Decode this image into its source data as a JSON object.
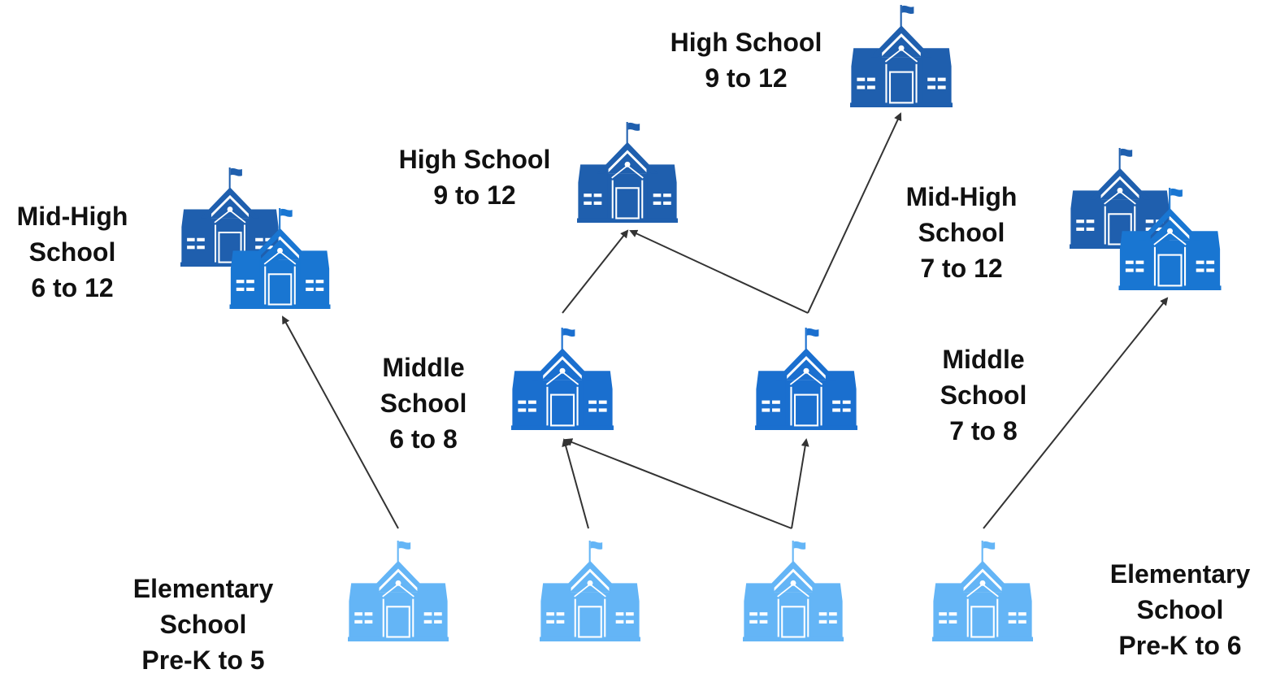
{
  "colors": {
    "high_school": "#1f5fae",
    "mid_high_back": "#1f5fae",
    "mid_high_front": "#1976d2",
    "middle_school": "#1a6fcf",
    "elementary": "#64b5f6",
    "arrow": "#333333",
    "text": "#111111"
  },
  "labels": {
    "high_school_top": {
      "line1": "High School",
      "line2": "9 to 12"
    },
    "high_school_mid": {
      "line1": "High School",
      "line2": "9 to 12"
    },
    "mid_high_left": {
      "line1": "Mid-High",
      "line2": "School",
      "line3": "6 to 12"
    },
    "mid_high_right": {
      "line1": "Mid-High",
      "line2": "School",
      "line3": "7 to 12"
    },
    "middle_left": {
      "line1": "Middle",
      "line2": "School",
      "line3": "6 to 8"
    },
    "middle_right": {
      "line1": "Middle",
      "line2": "School",
      "line3": "7 to 8"
    },
    "elementary_left": {
      "line1": "Elementary",
      "line2": "School",
      "line3": "Pre-K to 5"
    },
    "elementary_right": {
      "line1": "Elementary",
      "line2": "School",
      "line3": "Pre-K to 6"
    }
  },
  "icons": {
    "building": "school-building-icon",
    "flag": "flag-icon"
  }
}
